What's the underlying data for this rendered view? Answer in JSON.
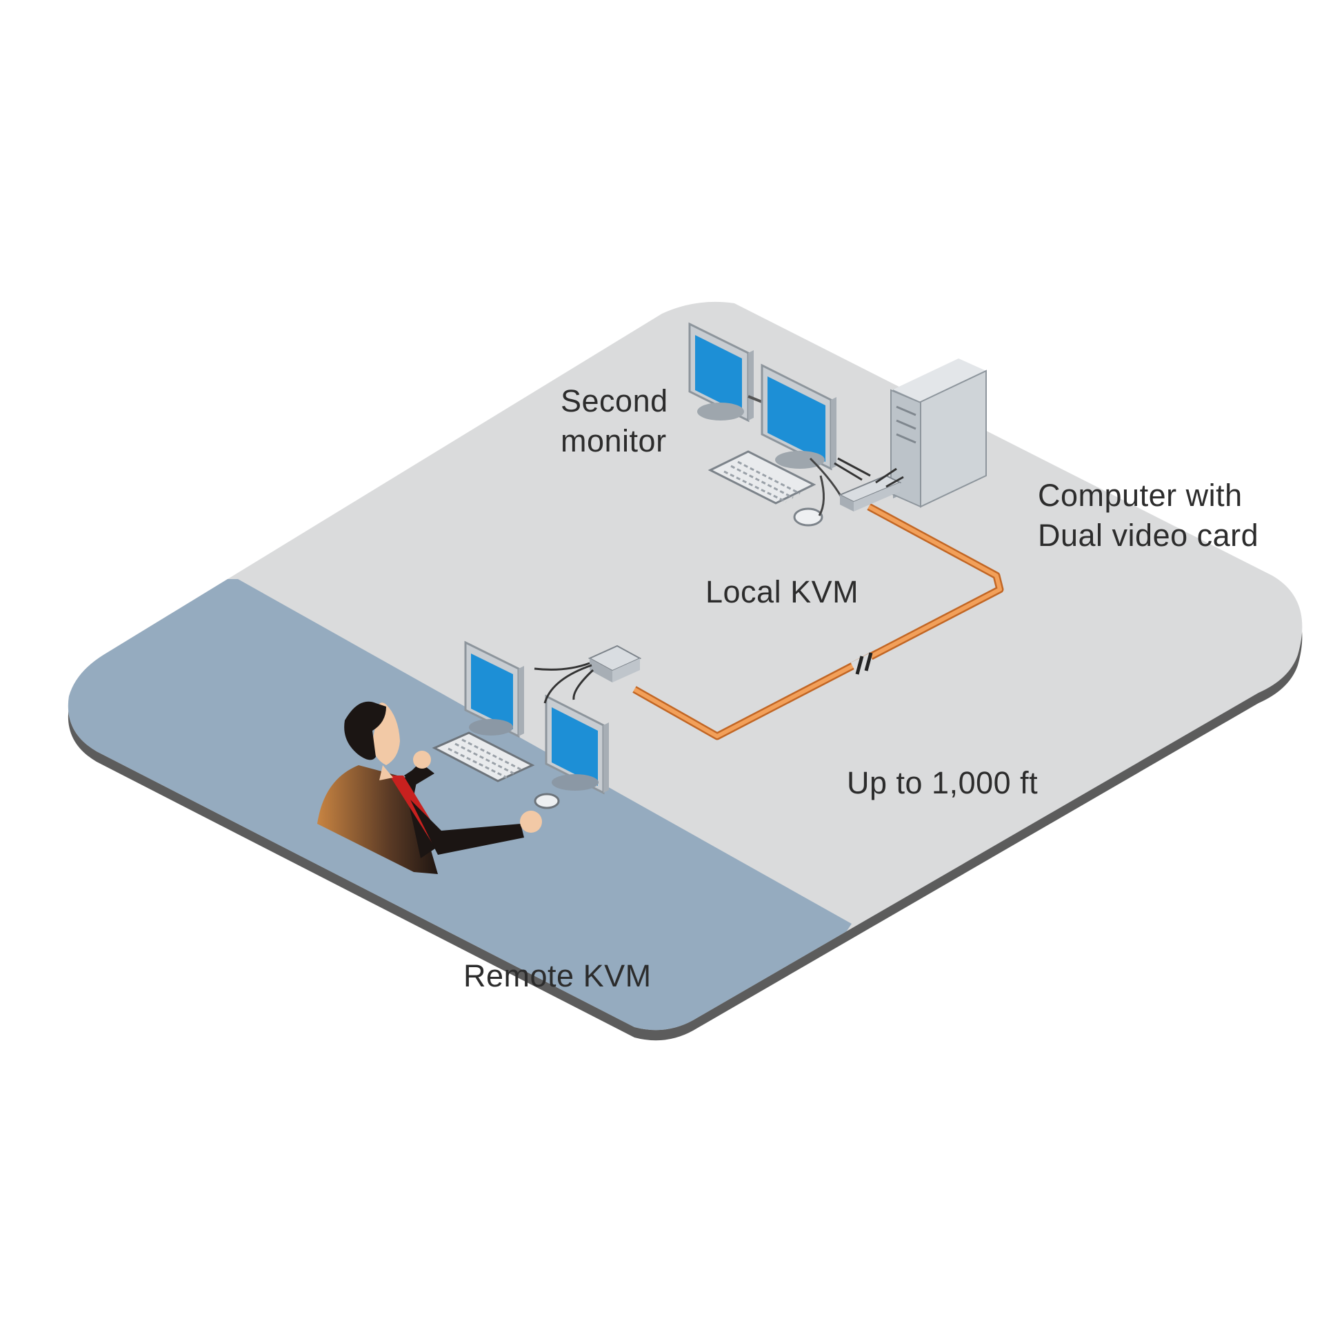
{
  "labels": {
    "second_monitor_line1": "Second",
    "second_monitor_line2": "monitor",
    "computer_line1": "Computer with",
    "computer_line2": "Dual video card",
    "local_kvm": "Local KVM",
    "distance": "Up to 1,000 ft",
    "remote_kvm": "Remote KVM"
  },
  "colors": {
    "platform_light": "#dadbdc",
    "platform_remote": "#95abbf",
    "platform_edge": "#5c5c5c",
    "cable": "#e8893e",
    "screen": "#1d8fd6",
    "device": "#c8cdd2"
  }
}
